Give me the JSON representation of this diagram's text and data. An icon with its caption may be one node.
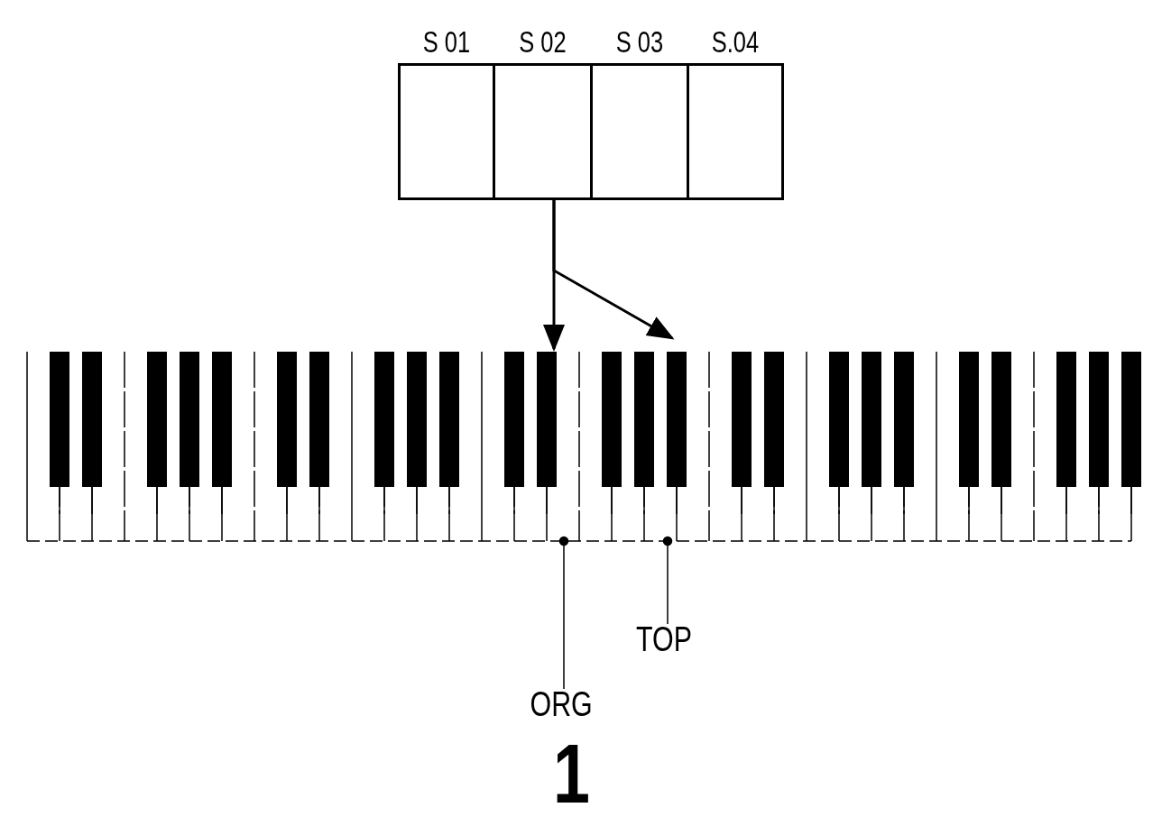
{
  "diagram": {
    "nodes": [
      {
        "text": [
          "S 01"
        ]
      },
      {
        "text": [
          "S 02"
        ]
      },
      {
        "text": [
          "S 03"
        ]
      },
      {
        "text": [
          "S.04"
        ]
      },
      {
        "text": [],
        "shape": "picture"
      },
      {
        "text": [
          "ORG"
        ]
      },
      {
        "text": [
          "TOP"
        ]
      }
    ],
    "edges": [
      {
        "from": 1,
        "to": 4,
        "arrow": "to"
      },
      {
        "from": 1,
        "to": 4,
        "arrow": "to"
      },
      {
        "from": 5,
        "to": 4,
        "arrow": "other"
      },
      {
        "from": 6,
        "to": 4,
        "arrow": "other"
      }
    ],
    "labels": [
      "1"
    ]
  }
}
